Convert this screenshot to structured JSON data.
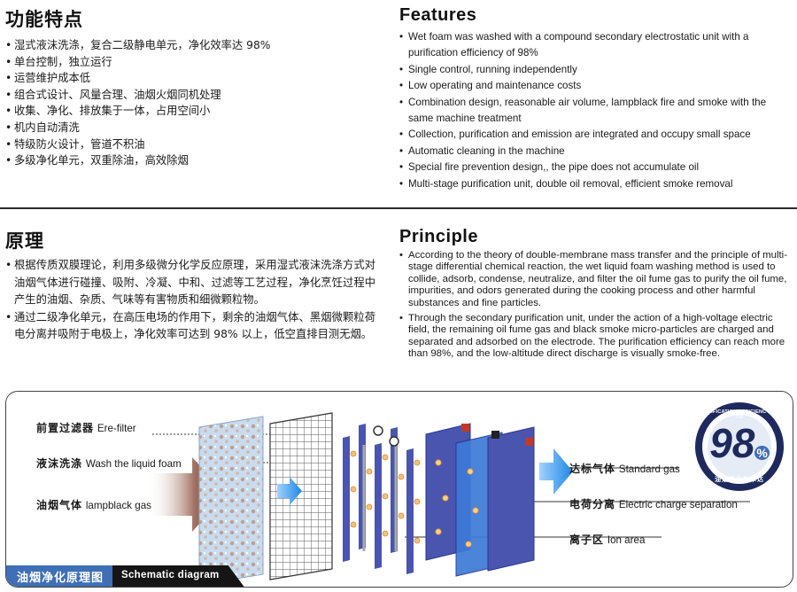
{
  "features_cn": {
    "title": "功能特点",
    "items": [
      "湿式液沫洗涤，复合二级静电单元，净化效率达 98%",
      "单台控制，独立运行",
      "运营维护成本低",
      "组合式设计、风量合理、油烟火烟同机处理",
      "收集、净化、排放集于一体，占用空间小",
      "机内自动清洗",
      "特级防火设计，管道不积油",
      "多级净化单元，双重除油，高效除烟"
    ]
  },
  "features_en": {
    "title": "Features",
    "items": [
      "Wet foam was washed with a compound secondary electrostatic unit with a purification efficiency of 98%",
      "Single control, running independently",
      "Low operating and maintenance costs",
      "Combination design, reasonable air volume, lampblack fire and smoke with the same machine treatment",
      "Collection, purification and emission are integrated and occupy small space",
      "Automatic cleaning in the machine",
      "Special fire prevention design,, the pipe does not accumulate oil",
      "Multi-stage purification unit, double oil removal, efficient smoke removal"
    ]
  },
  "principle_cn": {
    "title": "原理",
    "items": [
      "根据传质双膜理论，利用多级微分化学反应原理，采用湿式液沫洗涤方式对油烟气体进行碰撞、吸附、冷凝、中和、过滤等工艺过程，净化烹饪过程中产生的油烟、杂质、气味等有害物质和细微颗粒物。",
      "通过二级净化单元，在高压电场的作用下，剩余的油烟气体、黑烟微颗粒荷电分离并吸附于电极上，净化效率可达到 98% 以上，低空直排目测无烟。"
    ]
  },
  "principle_en": {
    "title": "Principle",
    "items": [
      "According to the theory of double-membrane mass transfer and the principle of multi-stage differential chemical reaction, the wet liquid foam washing method is used to collide, adsorb, condense, neutralize, and filter the oil fume gas to purify the oil fume, impurities, and odors generated during the cooking process and other harmful substances and fine particles.",
      "Through the secondary purification unit, under the action of a high-voltage electric field, the remaining oil fume gas and black smoke micro-particles are charged and separated and adsorbed on the electrode. The purification efficiency can reach more than 98%, and the low-altitude direct discharge is visually smoke-free."
    ]
  },
  "diagram": {
    "labels": {
      "prefilter_cn": "前置过滤器",
      "prefilter_en": "Ere-filter",
      "wash_cn": "液沫洗涤",
      "wash_en": "Wash the liquid foam",
      "fume_cn": "油烟气体",
      "fume_en": "lampblack gas",
      "standard_cn": "达标气体",
      "standard_en": "Standard gas",
      "charge_cn": "电荷分离",
      "charge_en": "Electric charge separation",
      "ion_cn": "离子区",
      "ion_en": "Ion area"
    },
    "badge": {
      "ring_text": "PURIFICATION EFFICIENCY UP TO",
      "value": "98",
      "unit": "%",
      "cn": "油烟净化效率达"
    },
    "tab_cn": "油烟净化原理图",
    "tab_en": "Schematic diagram",
    "colors": {
      "tab_blue": "#3f6fb6",
      "plate_blue": "#4a55b0",
      "arrow_blue": "#2d8fe6",
      "badge_dark": "#1e2a5e",
      "fume_brown": "#7a4a3a"
    }
  }
}
